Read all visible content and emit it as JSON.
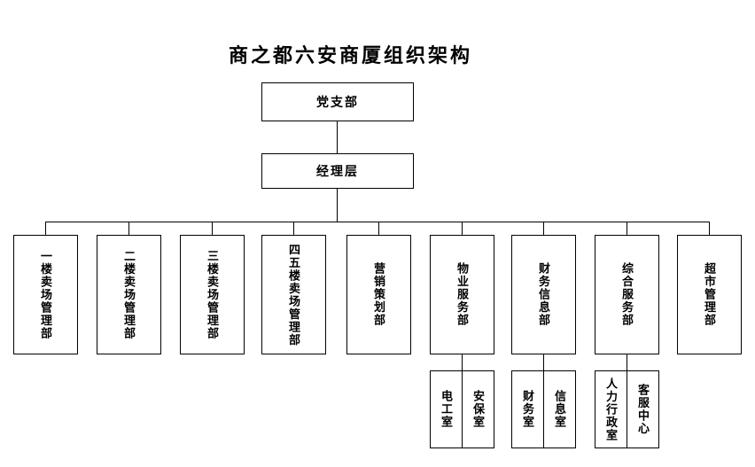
{
  "title": "商之都六安商厦组织架构",
  "org": {
    "top": {
      "label": "党支部"
    },
    "management": {
      "label": "经理层"
    },
    "departments": [
      {
        "label": "一楼卖场管理部"
      },
      {
        "label": "二楼卖场管理部"
      },
      {
        "label": "三楼卖场管理部"
      },
      {
        "label": "四五楼卖场管理部"
      },
      {
        "label": "营销策划部"
      },
      {
        "label": "物业服务部"
      },
      {
        "label": "财务信息部"
      },
      {
        "label": "综合服务部"
      },
      {
        "label": "超市管理部"
      }
    ],
    "offices": [
      {
        "parent": "物业服务部",
        "items": [
          "电工室",
          "安保室"
        ]
      },
      {
        "parent": "财务信息部",
        "items": [
          "财务室",
          "信息室"
        ]
      },
      {
        "parent": "综合服务部",
        "items": [
          "人力行政室",
          "客服中心"
        ]
      }
    ]
  },
  "colors": {
    "background": "#ffffff",
    "line": "#000000",
    "text": "#000000"
  }
}
